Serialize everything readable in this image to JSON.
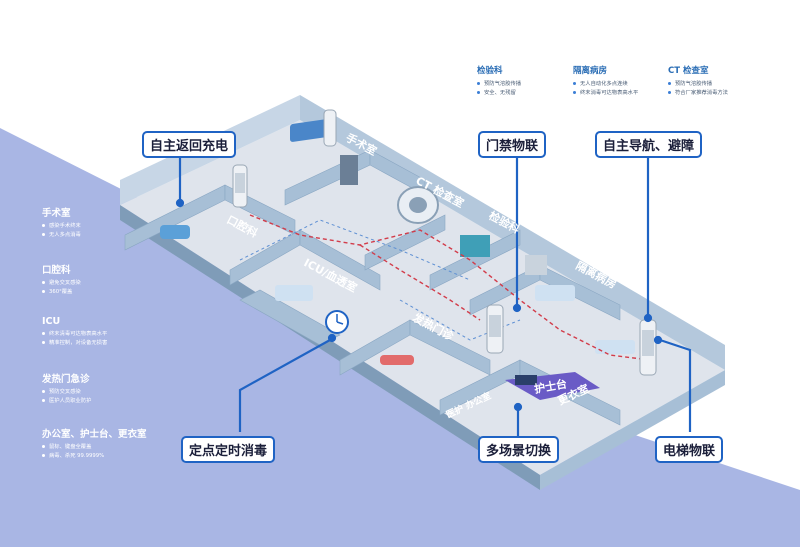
{
  "side_sections": [
    {
      "id": "surgery",
      "heading": "手术室",
      "items": [
        "感染手术终末",
        "无人多点消毒"
      ]
    },
    {
      "id": "dental",
      "heading": "口腔科",
      "items": [
        "避免交叉感染",
        "360°覆盖"
      ]
    },
    {
      "id": "icu",
      "heading": "ICU",
      "items": [
        "终末清毒可达物表高水平",
        "精准控制，对设备无损害"
      ]
    },
    {
      "id": "fever",
      "heading": "发热门急诊",
      "items": [
        "预防交叉感染",
        "医护人员职业防护"
      ]
    },
    {
      "id": "office",
      "heading": "办公室、护士台、更衣室",
      "items": [
        "鼠标、键盘全覆盖",
        "病毒、杀死 99.9999%"
      ]
    }
  ],
  "top_sections": [
    {
      "id": "lab",
      "heading": "检验科",
      "items": [
        "预防气溶胶传播",
        "安全、无残留"
      ]
    },
    {
      "id": "isolation",
      "heading": "隔离病房",
      "items": [
        "无人自动化多点连续",
        "终末消毒可达物表高水平"
      ]
    },
    {
      "id": "ct",
      "heading": "CT 检查室",
      "items": [
        "预防气溶胶传播",
        "符合厂家推荐消毒方法"
      ]
    }
  ],
  "callouts": {
    "auto_charge": "自主返回充电",
    "access_iot": "门禁物联",
    "auto_nav": "自主导航、避障",
    "scheduled": "定点定时消毒",
    "multi_scene": "多场景切换",
    "elevator_iot": "电梯物联"
  },
  "rooms": {
    "surgery": "手术室",
    "ct": "CT 检查室",
    "dental": "口腔科",
    "lab": "检验科",
    "icu": "ICU/血透室",
    "isolation": "隔离病房",
    "fever": "发热门诊",
    "nurse": "护士台",
    "locker": "更衣室",
    "office": "医护\n办公室"
  },
  "colors": {
    "band": "#a9b6e4",
    "floor": "#dfe4ec",
    "wall": "#a7bfd6",
    "wall_dark": "#7f9cb8",
    "accent": "#1f63c4",
    "route": "#d23c4a",
    "dots": "#5d8fd3",
    "nurse_desk": "#6a5bc6"
  }
}
